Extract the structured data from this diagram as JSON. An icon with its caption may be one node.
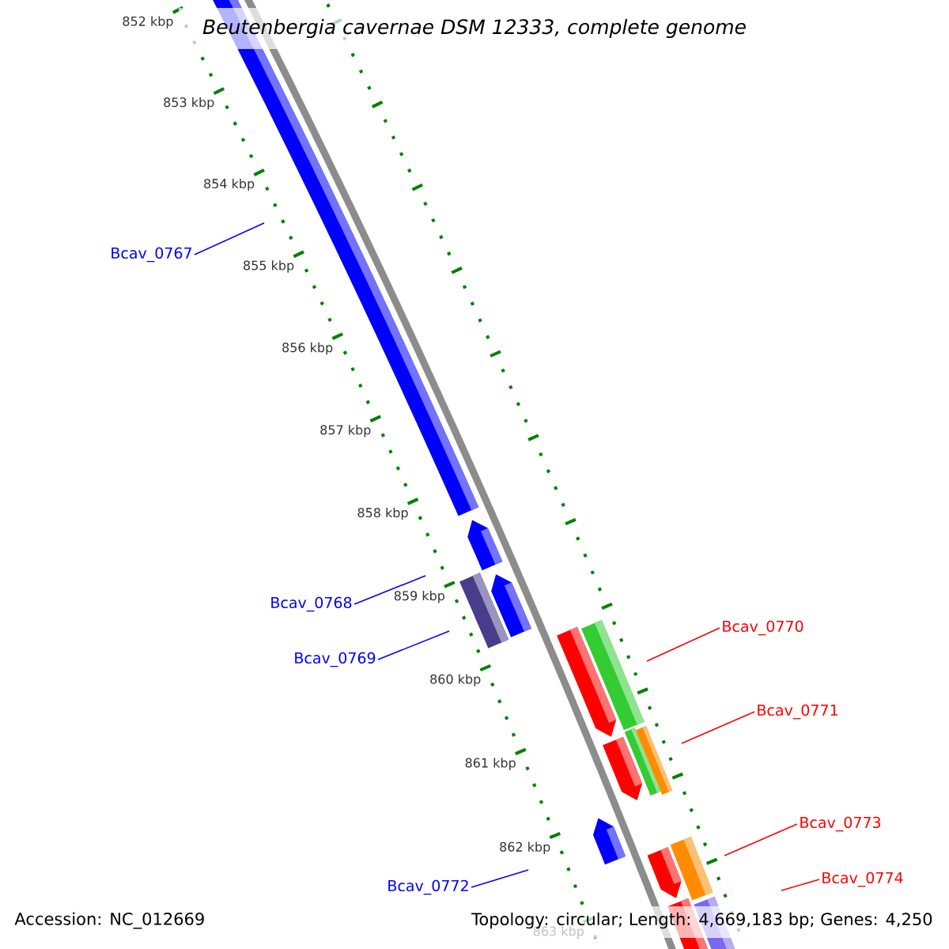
{
  "diagram": {
    "title": "Beutenbergia cavernae DSM 12333, complete genome",
    "nodes": [
      {
        "text": [
          "Bcav_0767"
        ]
      },
      {
        "text": [
          "Bcav_0768"
        ]
      },
      {
        "text": [
          "Bcav_0770"
        ]
      },
      {
        "text": [
          "Bcav_0769"
        ]
      },
      {
        "text": [
          "Bcav_0771"
        ]
      },
      {
        "text": [
          "Bcav_0773"
        ]
      },
      {
        "text": [
          "Bcav_0774"
        ]
      },
      {
        "text": [
          "Bcav_0772"
        ]
      }
    ],
    "edges": [
      {
        "from": 0,
        "to": null,
        "arrow": "none",
        "color": "#0000ff"
      },
      {
        "from": 1,
        "to": null,
        "arrow": "none",
        "color": "#0000ff"
      },
      {
        "from": 2,
        "to": null,
        "arrow": "none",
        "color": "#ff0000"
      },
      {
        "from": 3,
        "to": null,
        "arrow": "none",
        "color": "#0000ff"
      },
      {
        "from": 4,
        "to": null,
        "arrow": "none",
        "color": "#ff0000"
      },
      {
        "from": 5,
        "to": null,
        "arrow": "none",
        "color": "#ff0000"
      },
      {
        "from": 6,
        "to": null,
        "arrow": "none",
        "color": "#ff0000"
      },
      {
        "from": 7,
        "to": null,
        "arrow": "none",
        "color": "#0000ff"
      }
    ],
    "labels": [
      "852 kbp",
      "853 kbp",
      "854 kbp",
      "855 kbp",
      "856 kbp",
      "857 kbp",
      "858 kbp",
      "859 kbp",
      "860 kbp",
      "861 kbp",
      "862 kbp",
      "863 kbp",
      "Accession: NC_012669",
      "Topology: circular; Length: 4,669,183 bp; Genes: 4,250"
    ]
  }
}
